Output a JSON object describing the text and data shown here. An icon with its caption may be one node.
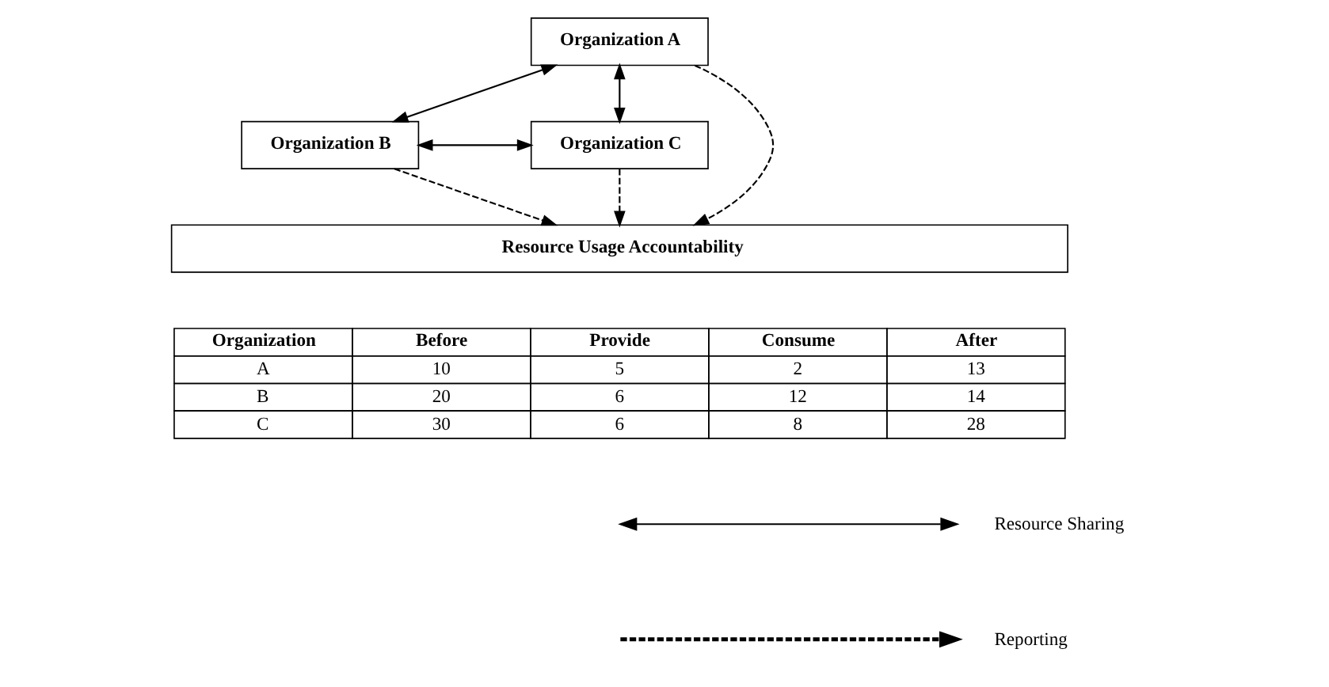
{
  "diagram": {
    "nodes": [
      {
        "text": [
          "Organization A"
        ]
      },
      {
        "text": [
          "Organization B"
        ]
      },
      {
        "text": [
          "Organization C"
        ]
      },
      {
        "text": [
          "Resource Usage Accountability"
        ]
      }
    ],
    "edges": [
      {
        "from": 0,
        "to": 1,
        "arrow": "both"
      },
      {
        "from": 0,
        "to": 2,
        "arrow": "both"
      },
      {
        "from": 1,
        "to": 2,
        "arrow": "both"
      },
      {
        "from": 1,
        "to": 3,
        "arrow": "to",
        "style": "dashed"
      },
      {
        "from": 0,
        "to": 3,
        "arrow": "to",
        "style": "dashed"
      },
      {
        "from": 2,
        "to": 3,
        "arrow": "to",
        "style": "dashed"
      }
    ],
    "labels": [
      "Organization",
      "Before",
      "Provide",
      "Consume",
      "After",
      "A",
      "10",
      "5",
      "2",
      "13",
      "B",
      "20",
      "6",
      "12",
      "14",
      "C",
      "30",
      "6",
      "8",
      "28"
    ],
    "legend": [
      {
        "text": "Resource Sharing"
      },
      {
        "text": "Reporting"
      }
    ]
  }
}
